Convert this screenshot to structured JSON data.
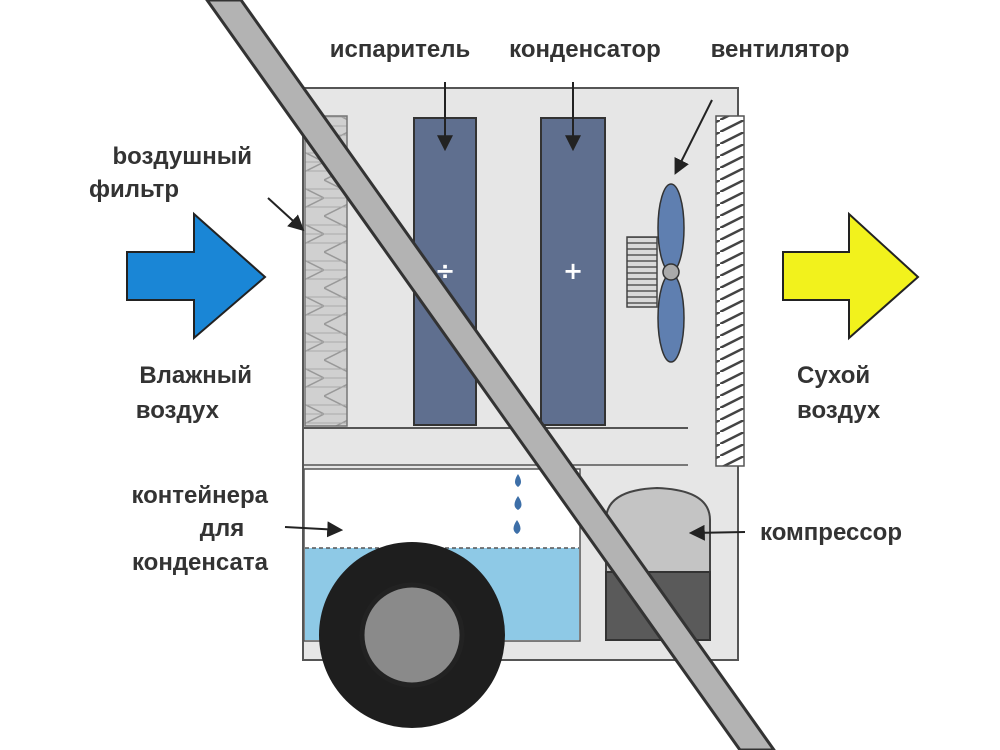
{
  "labels": {
    "evaporator": "испаритель",
    "condenser": "конденсатор",
    "fan": "вентилятор",
    "air_filter_line1": "bоздушный",
    "air_filter_line2": "фильтр",
    "humid_air_line1": "Влажный",
    "humid_air_line2": "воздух",
    "dry_air_line1": "Сухой",
    "dry_air_line2": "воздух",
    "container_line1": "контейнера",
    "container_line2": "для",
    "container_line3": "конденсата",
    "compressor": "компрессор"
  },
  "symbols": {
    "evaporator_sign": "÷",
    "condenser_sign": "+"
  },
  "colors": {
    "body": "#e6e6e6",
    "outline": "#555555",
    "coil": "#5f6f8f",
    "water": "#8ec9e6",
    "inlet_arrow": "#1a86d6",
    "outlet_arrow": "#f2f21c",
    "wheel": "#1e1e1e",
    "hub": "#8a8a8a",
    "handle": "#b3b3b3",
    "compressor_top": "#c4c4c4",
    "compressor_bottom": "#5a5a5a"
  }
}
